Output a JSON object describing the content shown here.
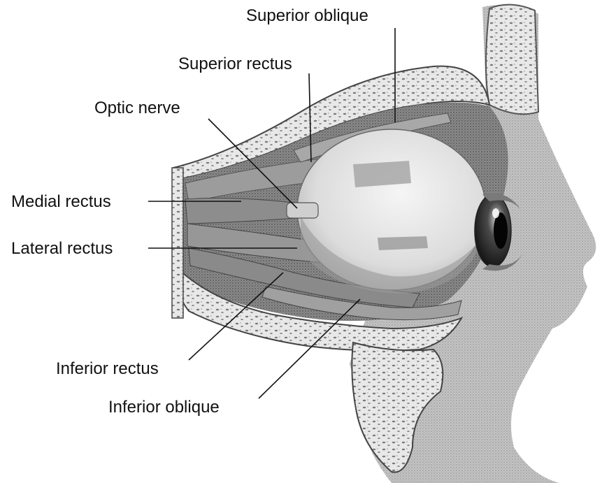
{
  "labels": {
    "superior_oblique": "Superior oblique",
    "superior_rectus": "Superior rectus",
    "optic_nerve": "Optic nerve",
    "medial_rectus": "Medial rectus",
    "lateral_rectus": "Lateral rectus",
    "inferior_rectus": "Inferior rectus",
    "inferior_oblique": "Inferior oblique"
  },
  "colors": {
    "bone": "#e9e9e9",
    "bone_dark": "#8a8a8a",
    "muscle": "#8e8e8e",
    "eyeball": "#e6e6e6",
    "iris": "#3a3a3a",
    "skin": "#d6d6d6"
  }
}
